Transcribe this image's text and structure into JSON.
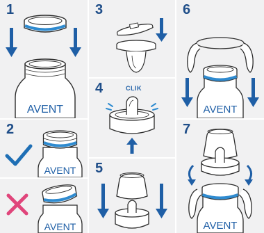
{
  "colors": {
    "panel_bg": "#f1f1f2",
    "accent_blue": "#1f5fa6",
    "ring_blue": "#2f8bd0",
    "outline": "#2b2b2b",
    "check_blue": "#1f6fb5",
    "cross_pink": "#e0457b",
    "step_text": "#1f4e89"
  },
  "steps": {
    "s1": {
      "number": "1"
    },
    "s2": {
      "number": "2"
    },
    "s3": {
      "number": "3"
    },
    "s4": {
      "number": "4",
      "label": "CLIK"
    },
    "s5": {
      "number": "5"
    },
    "s6": {
      "number": "6"
    },
    "s7": {
      "number": "7"
    }
  },
  "brand_text": "AVENT",
  "icons": {
    "correct": "check-icon",
    "wrong": "cross-icon"
  }
}
